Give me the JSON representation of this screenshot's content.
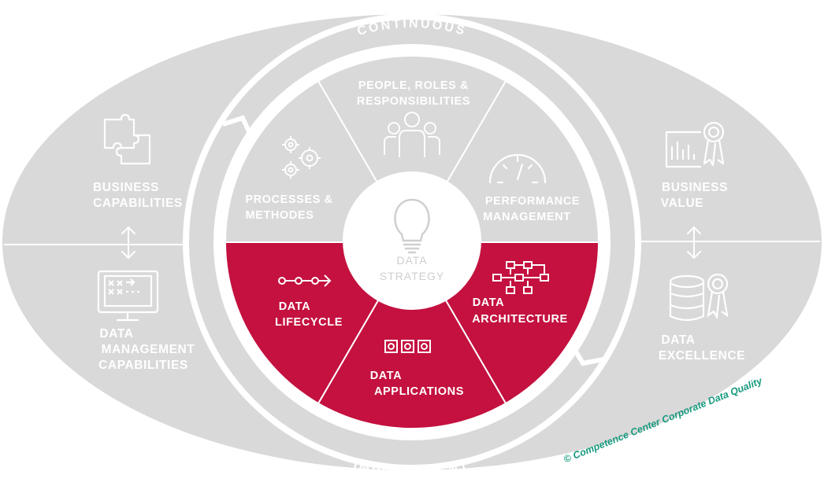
{
  "ring": {
    "top": "CONTINUOUS",
    "bottom": "IMPROVEMENT"
  },
  "center": {
    "line1": "DATA",
    "line2": "STRATEGY",
    "icon": "lightbulb-icon"
  },
  "wings": {
    "business_capabilities": {
      "lines": [
        "BUSINESS",
        "CAPABILITIES"
      ],
      "icon": "puzzle-icon"
    },
    "data_management_capabilities": {
      "lines": [
        "DATA",
        "MANAGEMENT",
        "CAPABILITIES"
      ],
      "icon": "monitor-icon"
    },
    "business_value": {
      "lines": [
        "BUSINESS",
        "VALUE"
      ],
      "icon": "chart-award-icon"
    },
    "data_excellence": {
      "lines": [
        "DATA",
        "EXCELLENCE"
      ],
      "icon": "database-award-icon"
    }
  },
  "segments": {
    "people": {
      "lines": [
        "PEOPLE, ROLES &",
        "RESPONSIBILITIES"
      ],
      "icon": "people-icon"
    },
    "processes": {
      "lines": [
        "PROCESSES &",
        "METHODES"
      ],
      "icon": "gears-icon"
    },
    "performance": {
      "lines": [
        "PERFORMANCE",
        "MANAGEMENT"
      ],
      "icon": "gauge-icon"
    },
    "lifecycle": {
      "lines": [
        "DATA",
        "LIFECYCLE"
      ],
      "icon": "lifecycle-icon"
    },
    "architecture": {
      "lines": [
        "DATA",
        "ARCHITECTURE"
      ],
      "icon": "architecture-icon"
    },
    "applications": {
      "lines": [
        "DATA",
        "APPLICATIONS"
      ],
      "icon": "applications-icon"
    }
  },
  "copyright": "© Competence Center Corporate Data Quality",
  "colors": {
    "gray": "#d9d9d9",
    "accent": "#c4113f",
    "white": "#ffffff",
    "copyright": "#179a7e"
  }
}
